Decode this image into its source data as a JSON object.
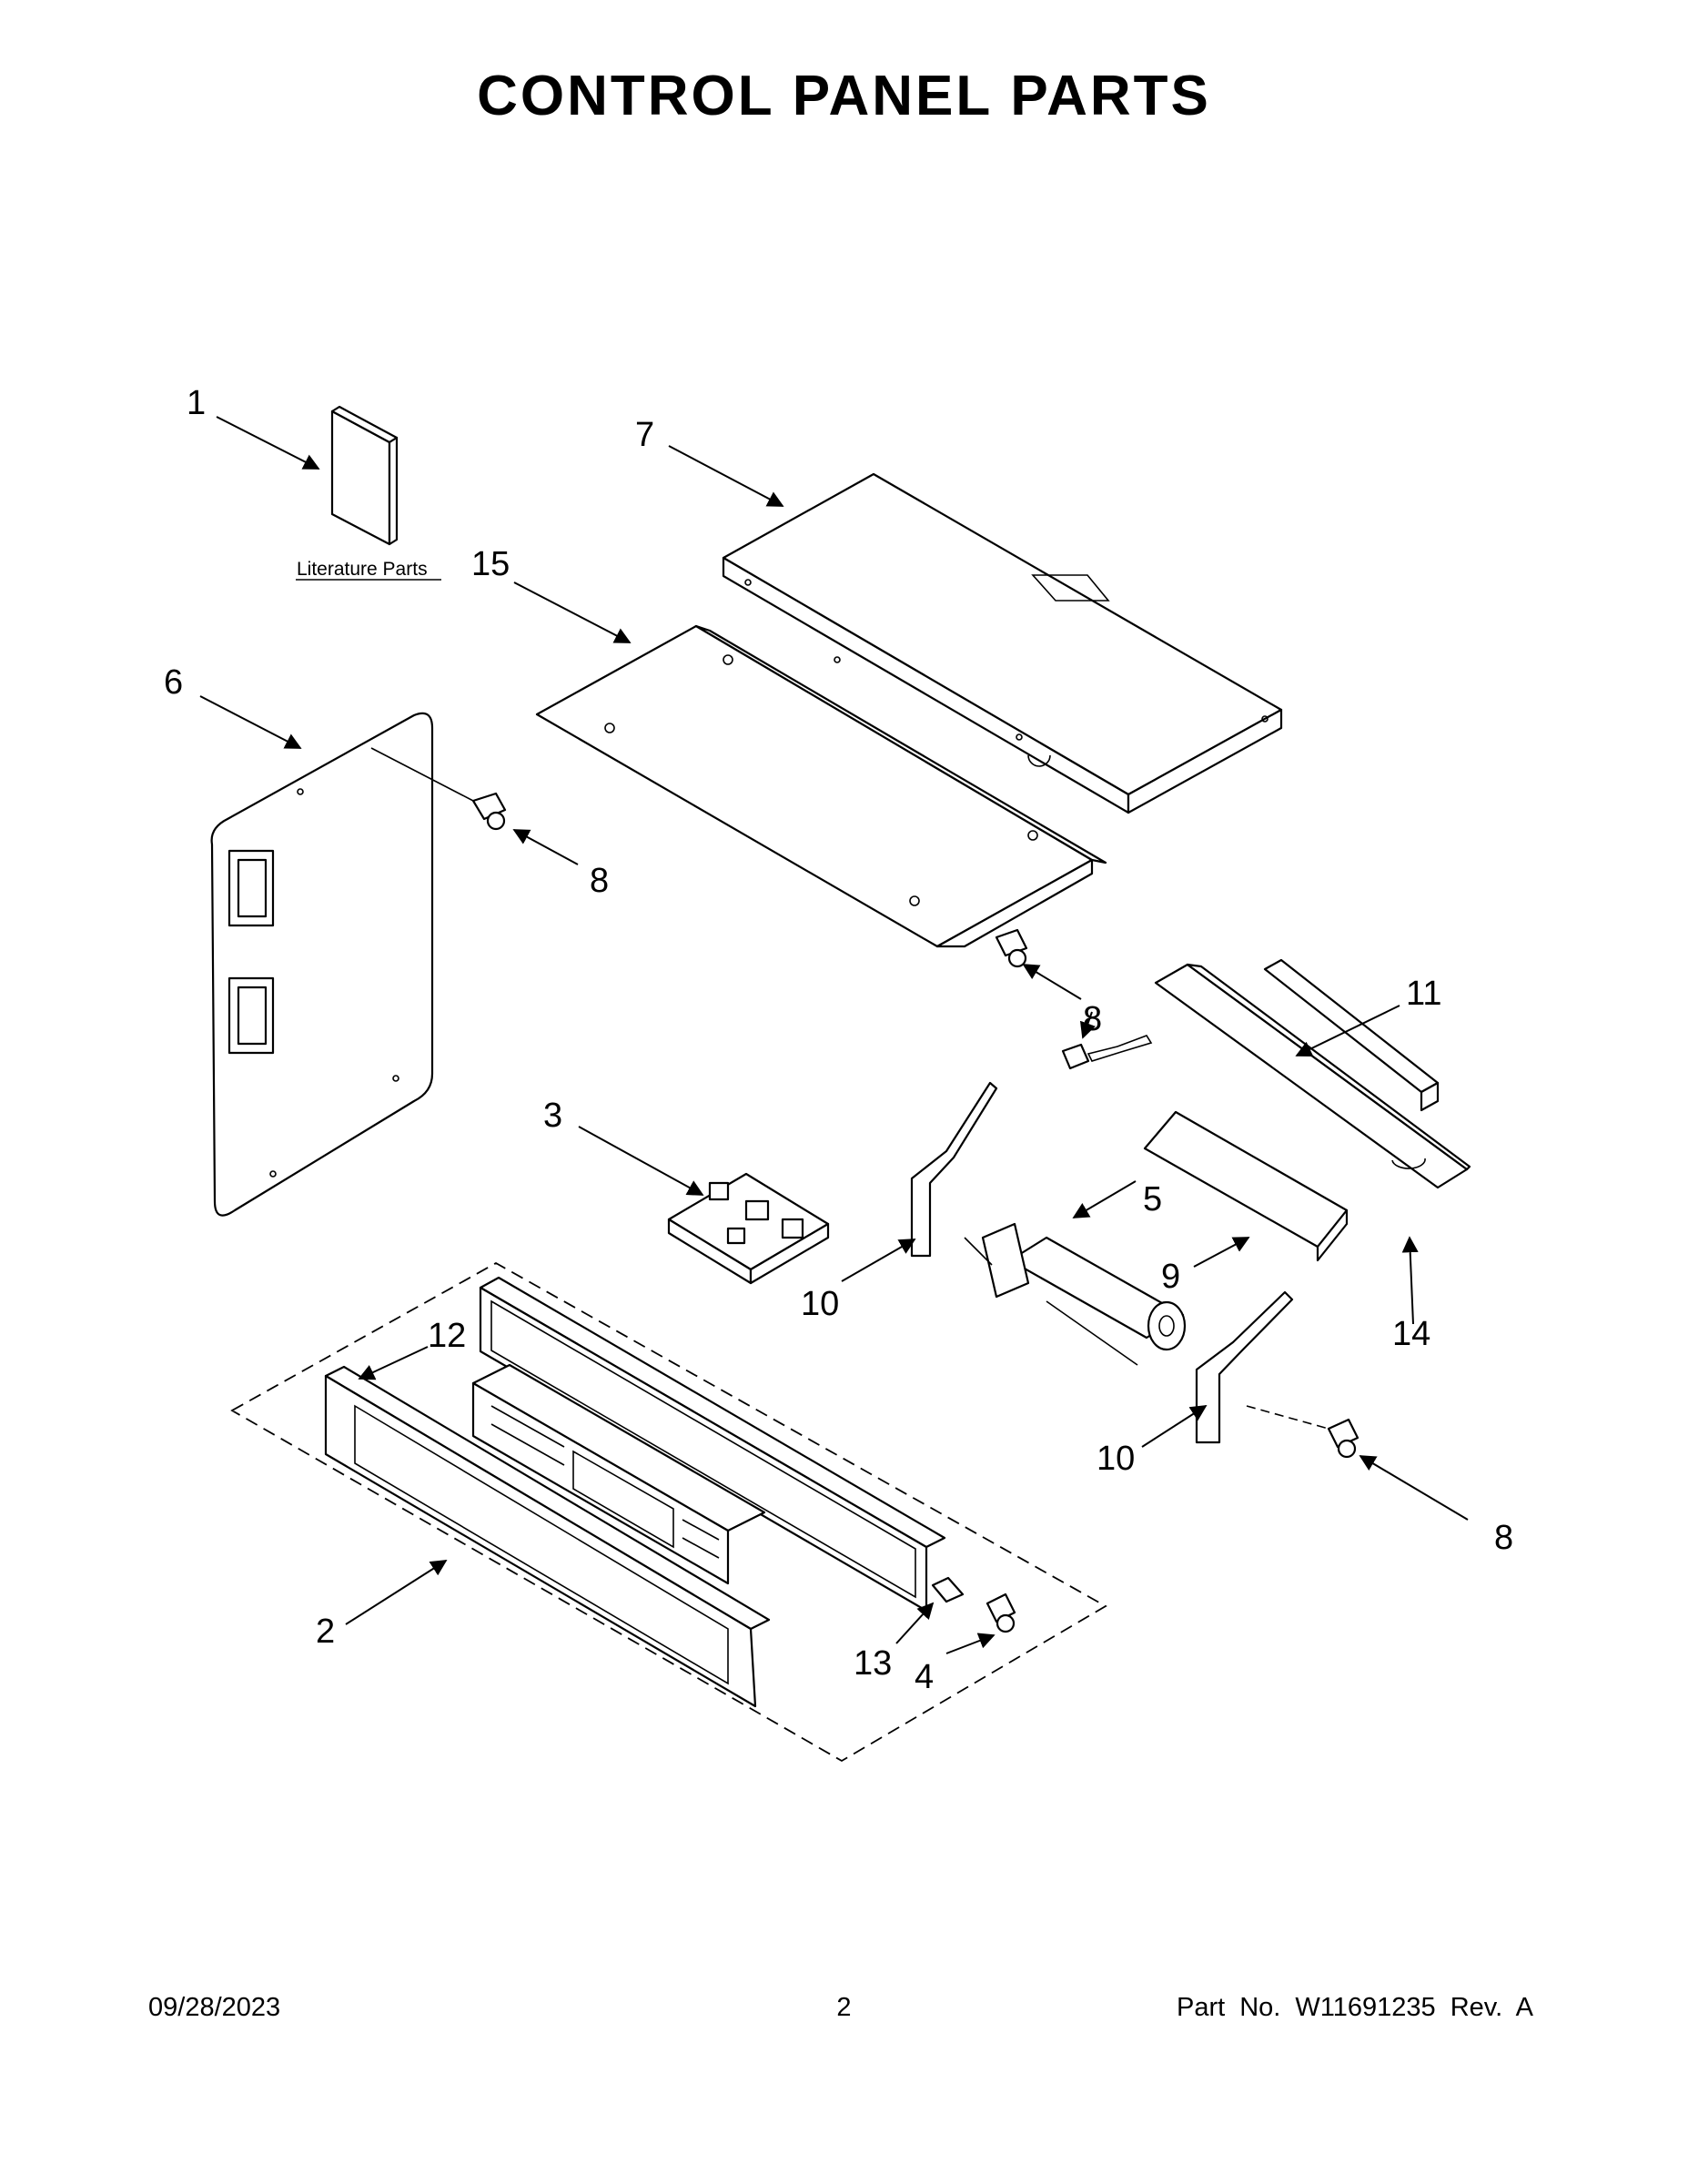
{
  "title": "CONTROL PANEL PARTS",
  "literature_label": "Literature Parts",
  "callouts": {
    "c1": "1",
    "c2": "2",
    "c3": "3",
    "c4": "4",
    "c5": "5",
    "c6": "6",
    "c7": "7",
    "c8a": "8",
    "c8b": "8",
    "c8c": "8",
    "c9": "9",
    "c10a": "10",
    "c10b": "10",
    "c11": "11",
    "c12": "12",
    "c13": "13",
    "c14": "14",
    "c15": "15"
  },
  "footer": {
    "date": "09/28/2023",
    "page": "2",
    "part": "Part No.  W11691235  Rev.  A"
  }
}
